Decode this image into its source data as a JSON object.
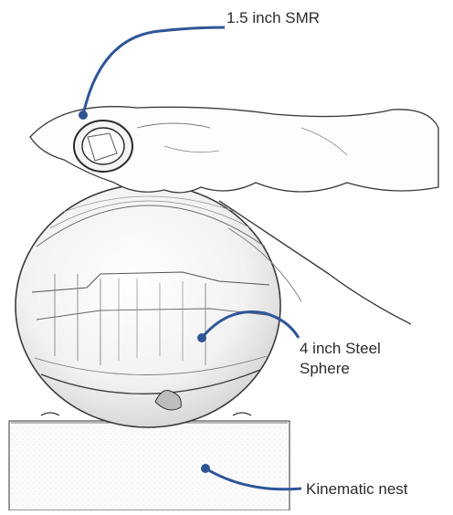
{
  "labels": {
    "smr": "1.5 inch SMR",
    "sphere_line1": "4 inch Steel",
    "sphere_line2": "Sphere",
    "nest": "Kinematic nest"
  },
  "colors": {
    "callout": "#2f5597",
    "sketch": "#3a3a3a",
    "text": "#2b2b2b"
  }
}
